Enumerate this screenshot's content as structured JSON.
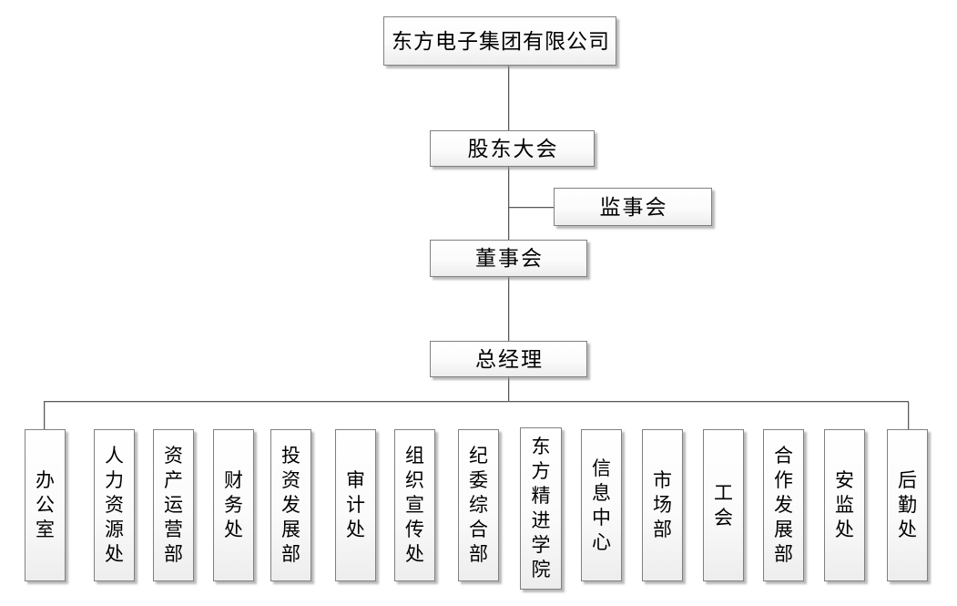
{
  "colors": {
    "bg": "#ffffff",
    "box_border": "#808080",
    "box_fill_top": "#ffffff",
    "box_fill_bottom": "#ededed",
    "connector": "#595959",
    "text": "#000000"
  },
  "chart": {
    "type": "org-chart",
    "company": "东方电子集团有限公司",
    "shareholders_meeting": "股东大会",
    "supervisory_board": "监事会",
    "board_of_directors": "董事会",
    "general_manager": "总经理",
    "departments": [
      "办公室",
      "人力资源处",
      "资产运营部",
      "财务处",
      "投资发展部",
      "审计处",
      "组织宣传处",
      "纪委综合部",
      "东方精进学院",
      "信息中心",
      "市场部",
      "工会",
      "合作发展部",
      "安监处",
      "后勤处"
    ]
  }
}
